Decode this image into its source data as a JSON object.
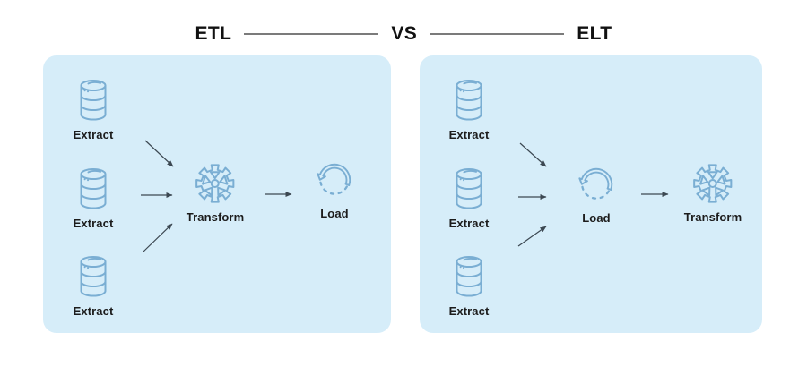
{
  "header": {
    "left_title": "ETL",
    "vs_label": "VS",
    "right_title": "ELT"
  },
  "colors": {
    "page_bg": "#ffffff",
    "panel_bg": "#d6edf9",
    "icon_stroke": "#7aaed3",
    "arrow": "#3c4852",
    "header_line": "#7b7b7b",
    "text": "#1c1c1c"
  },
  "etl_panel": {
    "name": "ETL",
    "sources": [
      {
        "label": "Extract"
      },
      {
        "label": "Extract"
      },
      {
        "label": "Extract"
      }
    ],
    "step1": {
      "label": "Transform",
      "icon": "gear-icon"
    },
    "step2": {
      "label": "Load",
      "icon": "refresh-icon"
    }
  },
  "elt_panel": {
    "name": "ELT",
    "sources": [
      {
        "label": "Extract"
      },
      {
        "label": "Extract"
      },
      {
        "label": "Extract"
      }
    ],
    "step1": {
      "label": "Load",
      "icon": "refresh-icon"
    },
    "step2": {
      "label": "Transform",
      "icon": "gear-icon"
    }
  }
}
